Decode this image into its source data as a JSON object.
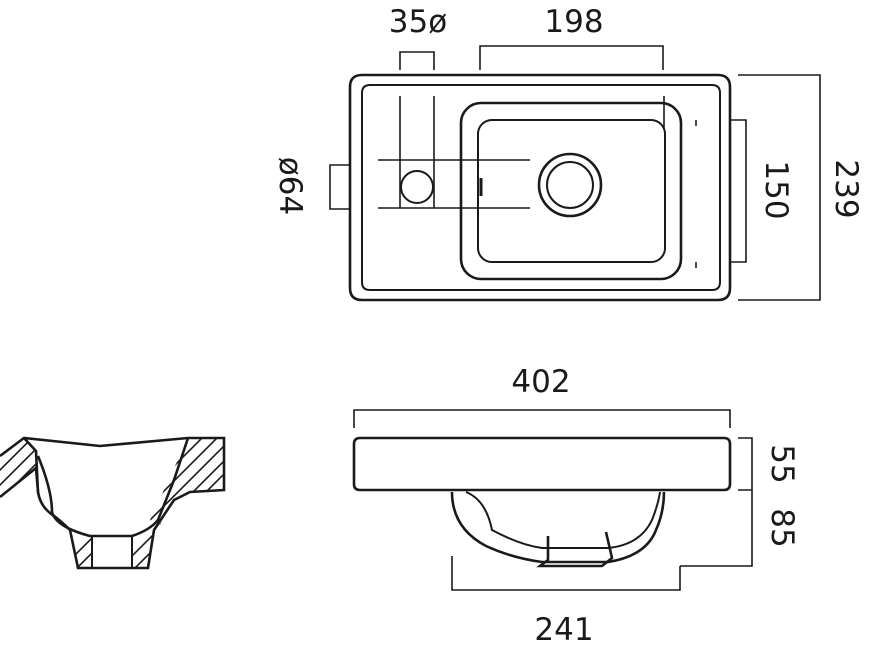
{
  "diagram": {
    "plan_view": {
      "tap_hole_diameter": "35ø",
      "bowl_width": "198",
      "waste_diameter": "ø64",
      "bowl_depth": "150",
      "overall_depth": "239"
    },
    "front_view": {
      "overall_width": "402",
      "rim_height": "55",
      "bowl_height": "85",
      "bowl_base_width": "241"
    }
  }
}
